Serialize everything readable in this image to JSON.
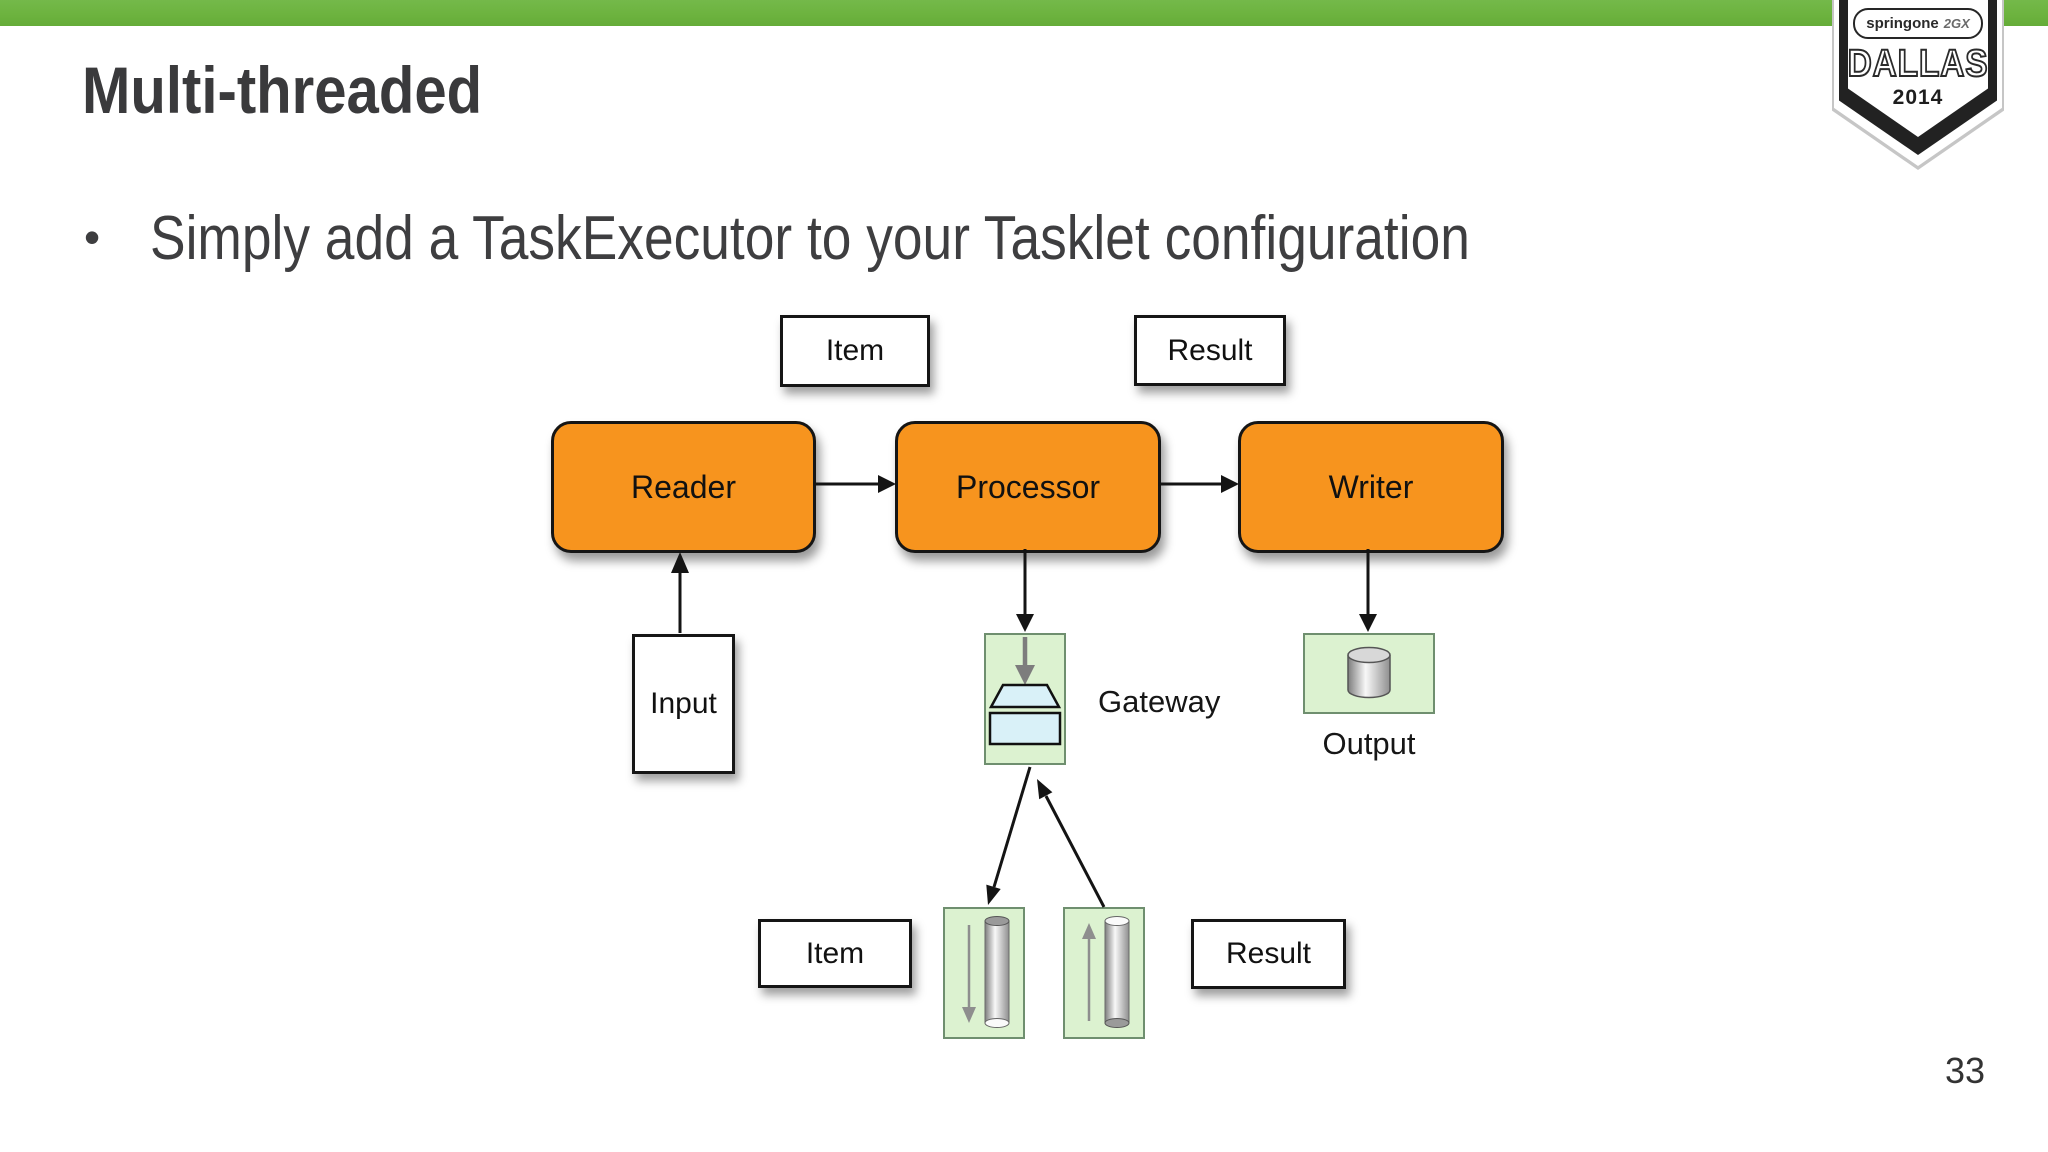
{
  "slide": {
    "title": "Multi-threaded",
    "bullet_glyph": "•",
    "bullet": "Simply add a TaskExecutor to your Tasklet configuration",
    "page_number": "33"
  },
  "badge": {
    "brand": "springone",
    "brand_suffix": "2GX",
    "city": "DALLAS",
    "year": "2014"
  },
  "diagram": {
    "item_top": "Item",
    "result_top": "Result",
    "reader": "Reader",
    "processor": "Processor",
    "writer": "Writer",
    "input": "Input",
    "gateway": "Gateway",
    "output": "Output",
    "item_bottom": "Item",
    "result_bottom": "Result"
  },
  "icons": {
    "gateway_icon": "inbox-tray-with-down-arrow",
    "output_icon": "database-cylinder",
    "item_queue_icon": "cylinder-with-down-arrow",
    "result_queue_icon": "cylinder-with-up-arrow"
  },
  "colors": {
    "header_green": "#6DB33F",
    "stage_orange": "#F7941E",
    "panel_green": "#DCF2D0",
    "icon_blue": "#D9F1F8",
    "text_dark": "#3A3A3C"
  }
}
